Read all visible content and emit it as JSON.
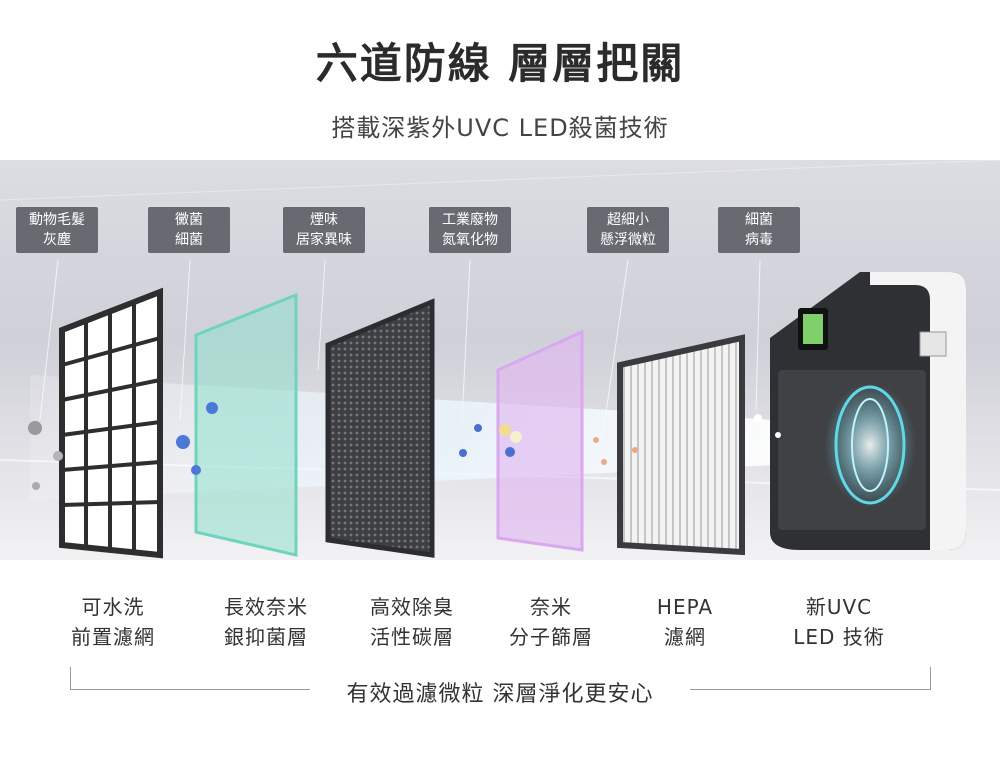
{
  "header": {
    "title": "六道防線 層層把關",
    "subtitle": "搭載深紫外UVC LED殺菌技術"
  },
  "tags": [
    {
      "line1": "動物毛髮",
      "line2": "灰塵"
    },
    {
      "line1": "黴菌",
      "line2": "細菌"
    },
    {
      "line1": "煙味",
      "line2": "居家異味"
    },
    {
      "line1": "工業廢物",
      "line2": "氮氧化物"
    },
    {
      "line1": "超細小",
      "line2": "懸浮微粒"
    },
    {
      "line1": "細菌",
      "line2": "病毒"
    }
  ],
  "layers": [
    {
      "line1": "可水洗",
      "line2": "前置濾網"
    },
    {
      "line1": "長效奈米",
      "line2": "銀抑菌層"
    },
    {
      "line1": "高效除臭",
      "line2": "活性碳層"
    },
    {
      "line1": "奈米",
      "line2": "分子篩層"
    },
    {
      "line1": "HEPA",
      "line2": "濾網"
    },
    {
      "line1": "新UVC",
      "line2": "LED 技術"
    }
  ],
  "footer": {
    "text": "有效過濾微粒 深層淨化更安心"
  },
  "colors": {
    "tag_bg": "#676a70",
    "silver_layer": "#8fe0cc",
    "molecular_layer": "#e0b8f0",
    "uvc_glow": "#5fd8e8"
  }
}
